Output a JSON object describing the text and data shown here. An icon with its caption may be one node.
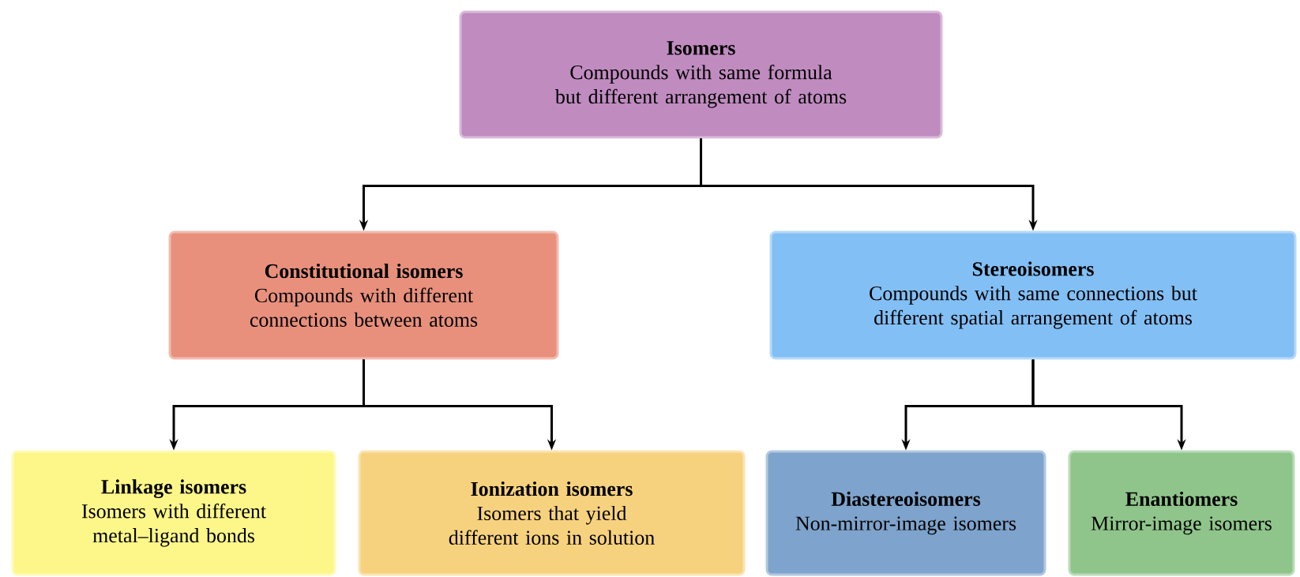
{
  "diagram": {
    "nodes": [
      {
        "text": [
          "Isomers",
          "Compounds with same formula but different arrangement of atoms"
        ]
      },
      {
        "text": [
          "Constitutional isomers",
          "Compounds with different connections between atoms"
        ]
      },
      {
        "text": [
          "Stereoisomers",
          "Compounds with same connections but different spatial arrangement of atoms"
        ]
      },
      {
        "text": [
          "Linkage isomers",
          "Isomers with different metal–ligand bonds"
        ]
      },
      {
        "text": [
          "Ionization isomers",
          "Isomers that yield different ions in solution"
        ]
      },
      {
        "text": [
          "Diastereoisomers",
          "Non-mirror-image isomers"
        ]
      },
      {
        "text": [
          "Enantiomers",
          "Mirror-image isomers"
        ]
      }
    ],
    "edges": [
      {
        "from": 0,
        "to": 1,
        "arrow": "to"
      },
      {
        "from": 0,
        "to": 2,
        "arrow": "to"
      },
      {
        "from": 1,
        "to": 3,
        "arrow": "to"
      },
      {
        "from": 1,
        "to": 4,
        "arrow": "to"
      },
      {
        "from": 2,
        "to": 5,
        "arrow": "to"
      },
      {
        "from": 2,
        "to": 6,
        "arrow": "to"
      }
    ]
  }
}
